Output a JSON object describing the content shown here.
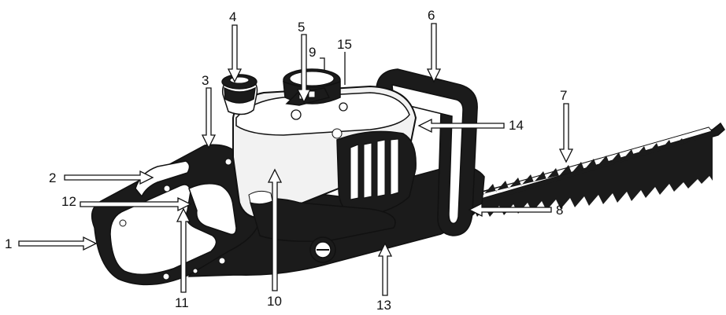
{
  "colors": {
    "ink": "#111111",
    "body": "#1b1b1b",
    "housing": "#f2f2f2",
    "background": "#ffffff"
  },
  "callouts": [
    {
      "id": "1",
      "text": "1"
    },
    {
      "id": "2",
      "text": "2"
    },
    {
      "id": "3",
      "text": "3"
    },
    {
      "id": "4",
      "text": "4"
    },
    {
      "id": "5",
      "text": "5"
    },
    {
      "id": "6",
      "text": "6"
    },
    {
      "id": "7",
      "text": "7"
    },
    {
      "id": "8",
      "text": "8"
    },
    {
      "id": "9",
      "text": "9"
    },
    {
      "id": "10",
      "text": "10"
    },
    {
      "id": "11",
      "text": "11"
    },
    {
      "id": "12",
      "text": "12"
    },
    {
      "id": "13",
      "text": "13"
    },
    {
      "id": "14",
      "text": "14"
    },
    {
      "id": "15",
      "text": "15"
    }
  ]
}
